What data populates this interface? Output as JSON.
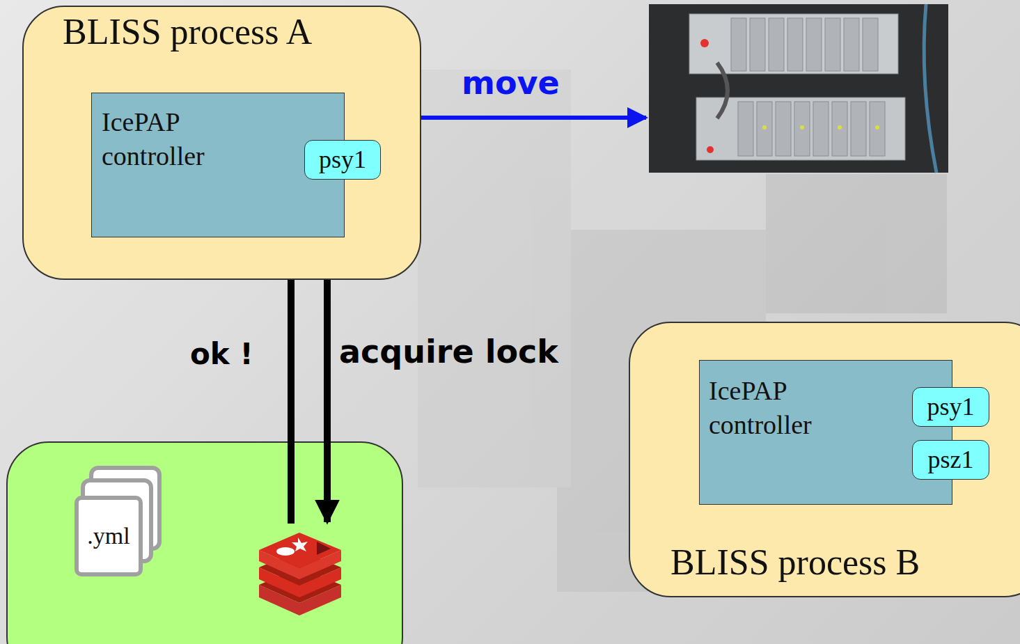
{
  "diagram": {
    "nodes": [
      {
        "text": [
          "BLISS process A"
        ]
      },
      {
        "text": [
          "IcePAP controller"
        ],
        "in": 0
      },
      {
        "text": [
          "psy1"
        ],
        "in": 1
      },
      {
        "text": [
          ".yml"
        ]
      },
      {
        "text": [
          "BLISS process B"
        ]
      },
      {
        "text": [
          "IcePAP controller"
        ],
        "in": 4
      },
      {
        "text": [
          "psy1"
        ],
        "in": 5
      },
      {
        "text": [
          "psz1"
        ],
        "in": 5
      }
    ],
    "labels": [
      "move",
      "acquire lock",
      "ok !"
    ]
  }
}
